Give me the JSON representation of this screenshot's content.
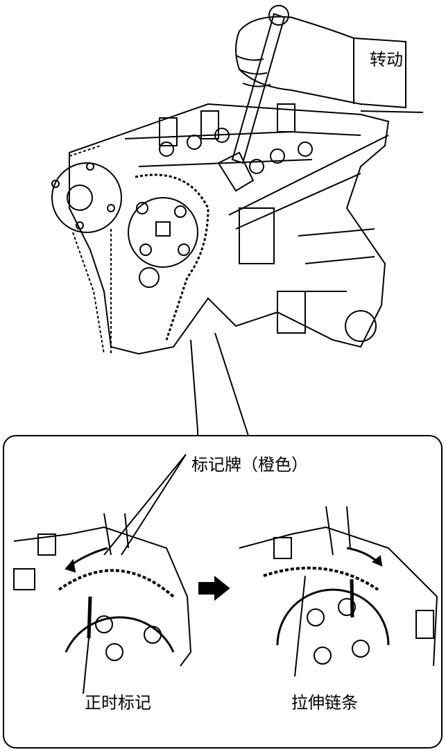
{
  "labels": {
    "rotate": "转动",
    "tag": "标记牌（橙色）",
    "timing_mark": "正时标记",
    "stretch_chain": "拉伸链条"
  }
}
